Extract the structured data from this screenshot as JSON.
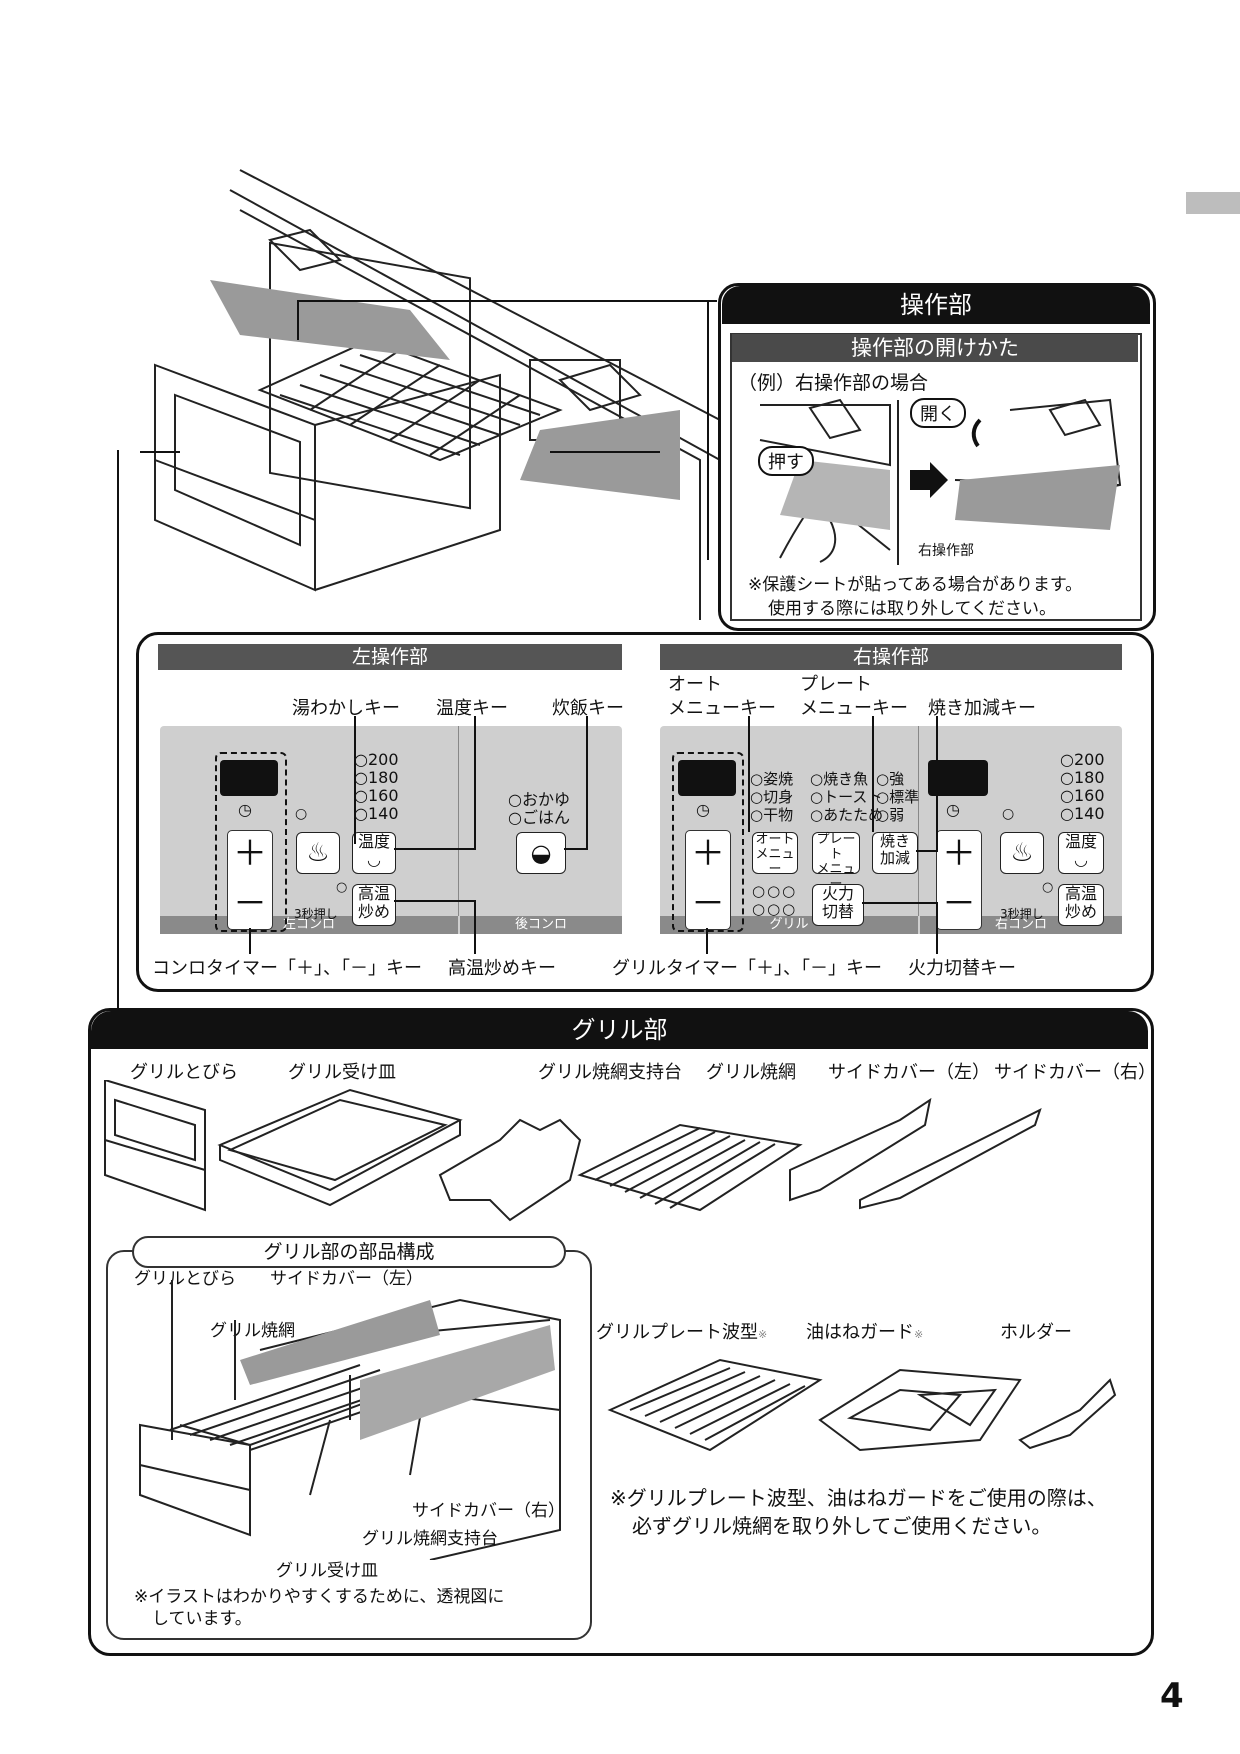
{
  "page_number": "4",
  "operation": {
    "title": "操作部",
    "open_title": "操作部の開けかた",
    "example": "（例）右操作部の場合",
    "open_label": "開く",
    "push_label": "押す",
    "right_panel_label": "右操作部",
    "note_line1": "※保護シートが貼ってある場合があります。",
    "note_line2": "使用する際には取り外してください。"
  },
  "left_panel": {
    "title": "左操作部",
    "kettle_key": "湯わかしキー",
    "temp_key": "温度キー",
    "rice_key": "炊飯キー",
    "temps": [
      "○200",
      "○180",
      "○160",
      "○140"
    ],
    "rice_options": [
      "○おかゆ",
      "○ごはん"
    ],
    "temp_btn": "温度",
    "hot_fry_btn_1": "高温",
    "hot_fry_btn_2": "炒め",
    "press3": "3秒押し",
    "footer_left": "左コンロ",
    "footer_back": "後コンロ",
    "timer_label": "コンロタイマー「＋」、「－」キー",
    "hot_fry_label": "高温炒めキー"
  },
  "right_panel": {
    "title": "右操作部",
    "auto_menu_1": "オート",
    "auto_menu_2": "メニューキー",
    "plate_menu_1": "プレート",
    "plate_menu_2": "メニューキー",
    "grill_level_key": "焼き加減キー",
    "auto_opts": [
      "○姿焼",
      "○切身",
      "○干物"
    ],
    "plate_opts": [
      "○焼き魚",
      "○トースト",
      "○あたため"
    ],
    "level_opts": [
      "○強",
      "○標準",
      "○弱"
    ],
    "auto_btn_1": "オート",
    "auto_btn_2": "メニュー",
    "plate_btn_1": "プレート",
    "plate_btn_2": "メニュー",
    "level_btn_1": "焼き",
    "level_btn_2": "加減",
    "fire_btn_1": "火力",
    "fire_btn_2": "切替",
    "temps": [
      "○200",
      "○180",
      "○160",
      "○140"
    ],
    "temp_btn": "温度",
    "hot_fry_btn_1": "高温",
    "hot_fry_btn_2": "炒め",
    "press3": "3秒押し",
    "footer_grill": "グリル",
    "footer_right": "右コンロ",
    "timer_label": "グリルタイマー「＋」、「－」キー",
    "fire_label": "火力切替キー"
  },
  "grill": {
    "title": "グリル部",
    "parts": [
      "グリルとびら",
      "グリル受け皿",
      "グリル焼網支持台",
      "グリル焼網",
      "サイドカバー（左）",
      "サイドカバー（右）"
    ],
    "composition_title": "グリル部の部品構成",
    "comp_door": "グリルとびら",
    "comp_side_left": "サイドカバー（左）",
    "comp_net": "グリル焼網",
    "comp_side_right": "サイドカバー（右）",
    "comp_support": "グリル焼網支持台",
    "comp_tray": "グリル受け皿",
    "comp_note_1": "※イラストはわかりやすくするために、透視図に",
    "comp_note_2": "しています。",
    "plate": "グリルプレート波型",
    "guard": "油はねガード",
    "holder": "ホルダー",
    "mark": "※",
    "option_note_1": "※グリルプレート波型、油はねガードをご使用の際は、",
    "option_note_2": "必ずグリル焼網を取り外してご使用ください。"
  }
}
